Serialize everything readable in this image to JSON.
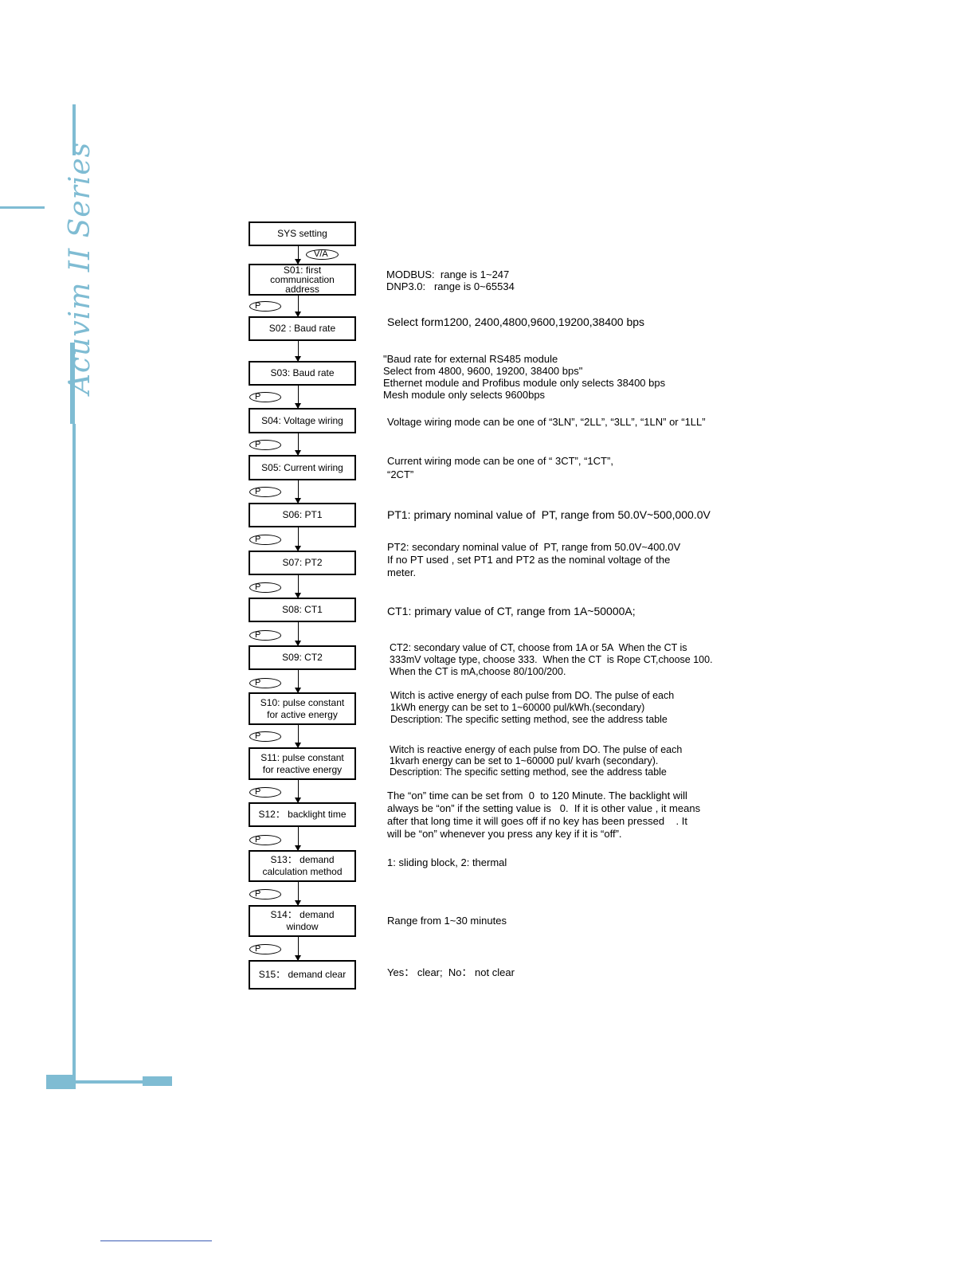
{
  "brand": "Acuvim II Series",
  "accent_color": "#7fbcd3",
  "keys": {
    "va": "V/A",
    "p": "P"
  },
  "steps": [
    {
      "label": "SYS setting",
      "desc": ""
    },
    {
      "label": "S01: first\ncommunication\naddress",
      "desc": "MODBUS:  range is 1~247\nDNP3.0:   range is 0~65534"
    },
    {
      "label": "S02 :  Baud rate",
      "desc": "Select form1200, 2400,4800,9600,19200,38400 bps"
    },
    {
      "label": "S03:  Baud rate",
      "desc": "\"Baud rate for external RS485 module\nSelect from 4800, 9600, 19200, 38400 bps\"\nEthernet module and Profibus module only selects 38400 bps\nMesh module only selects 9600bps"
    },
    {
      "label": "S04: Voltage wiring",
      "desc": "Voltage wiring mode can be one of “3LN”, “2LL”, “3LL”, “1LN” or “1LL”"
    },
    {
      "label": "S05: Current wiring",
      "desc": "Current wiring mode can be one of “ 3CT”, “1CT”,\n“2CT”"
    },
    {
      "label": "S06: PT1",
      "desc": "PT1: primary nominal value of  PT, range from 50.0V~500,000.0V"
    },
    {
      "label": "S07: PT2",
      "desc": "PT2: secondary nominal value of  PT, range from 50.0V~400.0V\nIf no PT used , set PT1 and PT2 as the nominal voltage of the\nmeter."
    },
    {
      "label": "S08: CT1",
      "desc": "CT1: primary value of CT, range from 1A~50000A;"
    },
    {
      "label": "S09:  CT2",
      "desc": "CT2: secondary value of CT, choose from 1A or 5A  When the CT is\n333mV voltage type, choose 333.  When the CT  is Rope CT,choose 100.\nWhen the CT is mA,choose 80/100/200."
    },
    {
      "label": "S10: pulse constant\nfor active energy",
      "desc": "Witch is active energy of each pulse from DO. The pulse of each\n1kWh energy can be set to 1~60000 pul/kWh.(secondary)\nDescription: The specific setting method, see the address table"
    },
    {
      "label": "S11: pulse constant\nfor reactive energy",
      "desc": "Witch is reactive energy of each pulse from DO. The pulse of each\n1kvarh energy can be set to 1~60000 pul/ kvarh (secondary).\nDescription: The specific setting method, see the address table"
    },
    {
      "label": "S12： backlight time",
      "desc": "The “on” time can be set from  0  to 120 Minute. The backlight will\nalways be “on” if the setting value is   0.  If it is other value , it means\nafter that long time it will goes off if no key has been pressed    . It\nwill be “on” whenever you press any key if it is “off”."
    },
    {
      "label": "S13： demand\ncalculation method",
      "desc": "1: sliding block, 2: thermal"
    },
    {
      "label": "S14： demand\nwindow",
      "desc": "Range from 1~30 minutes"
    },
    {
      "label": "S15： demand clear",
      "desc": "Yes： clear;  No： not clear"
    }
  ]
}
